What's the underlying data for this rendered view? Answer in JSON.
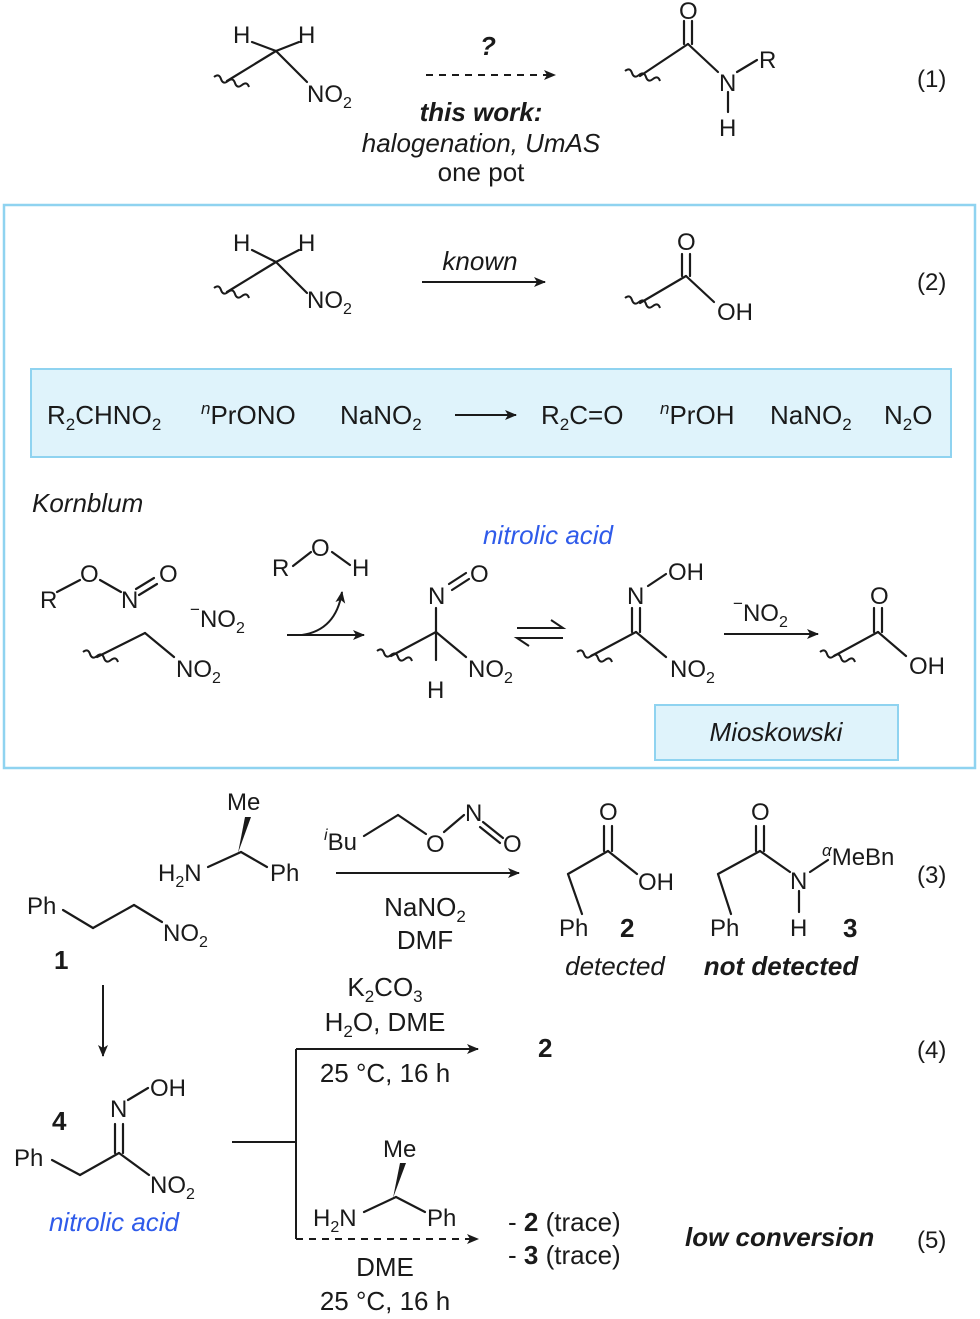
{
  "colors": {
    "box_border": "#8fd3f0",
    "box_fill": "#dff3fb",
    "highlight_text": "#2f5bea"
  },
  "eq1": {
    "sm_h1": "H",
    "sm_h2": "H",
    "sm_no2": "NO",
    "sm_no2_sub": "2",
    "arrow_label": "?",
    "cond1": "this work:",
    "cond2": "halogenation, UmAS",
    "cond3": "one pot",
    "prod_o": "O",
    "prod_n": "N",
    "prod_r": "R",
    "prod_h": "H",
    "number": "(1)"
  },
  "eq2": {
    "sm_h1": "H",
    "sm_h2": "H",
    "sm_no2": "NO",
    "sm_no2_sub": "2",
    "arrow_label": "known",
    "prod_o": "O",
    "prod_oh": "OH",
    "number": "(2)"
  },
  "balanced": {
    "r2chno2": "R",
    "r2chno2_sub": "2",
    "r2chno2_rest": "CHNO",
    "r2chno2_sub2": "2",
    "npr_sup": "n",
    "npr": "PrONO",
    "nano2": "NaNO",
    "nano2_sub": "2",
    "r2co": "R",
    "r2co_sub": "2",
    "r2co_rest": "C=O",
    "nproh_sup": "n",
    "nproh": "PrOH",
    "nano2b": "NaNO",
    "nano2b_sub": "2",
    "n2o": "N",
    "n2o_sub": "2",
    "n2o_rest": "O"
  },
  "kornblum": {
    "title": "Kornblum",
    "nitrolic_label": "nitrolic acid",
    "ester_r": "R",
    "ester_o": "O",
    "ester_n": "N",
    "ester_o2": "O",
    "nitrite": "NO",
    "nitrite_sub": "2",
    "nitrite_minus": "−",
    "sm_no2": "NO",
    "sm_no2_sub": "2",
    "roh_r": "R",
    "roh_o": "O",
    "roh_h": "H",
    "int1_n": "N",
    "int1_o": "O",
    "int1_no2": "NO",
    "int1_no2_sub": "2",
    "int1_h": "H",
    "int2_n": "N",
    "int2_oh": "OH",
    "int2_no2": "NO",
    "int2_no2_sub": "2",
    "arrow_reagent": "NO",
    "arrow_reagent_sub": "2",
    "arrow_reagent_minus": "−",
    "prod_o": "O",
    "prod_oh": "OH",
    "mioskowski": "Mioskowski"
  },
  "eq3": {
    "amine_me": "Me",
    "amine_h2n": "H",
    "amine_h2n_sub": "2",
    "amine_n": "N",
    "amine_ph": "Ph",
    "ester_ibu_sup": "i",
    "ester_ibu": "Bu",
    "ester_o": "O",
    "ester_n": "N",
    "ester_o2": "O",
    "reagent1": "NaNO",
    "reagent1_sub": "2",
    "reagent2": "DMF",
    "sm_ph": "Ph",
    "sm_no2": "NO",
    "sm_no2_sub": "2",
    "sm_label": "1",
    "p2_o": "O",
    "p2_oh": "OH",
    "p2_ph": "Ph",
    "p2_label": "2",
    "p2_status": "detected",
    "p3_o": "O",
    "p3_n": "N",
    "p3_alpha": "α",
    "p3_mebn": "MeBn",
    "p3_ph": "Ph",
    "p3_h": "H",
    "p3_label": "3",
    "p3_status": "not detected",
    "number": "(3)"
  },
  "eq4": {
    "reagent1": "K",
    "reagent1_sub": "2",
    "reagent1_rest": "CO",
    "reagent1_sub2": "3",
    "reagent2": "H",
    "reagent2_sub": "2",
    "reagent2_rest": "O, DME",
    "cond": "25 °C, 16 h",
    "product": "2",
    "number": "(4)"
  },
  "eq5": {
    "sm_label": "4",
    "sm_n": "N",
    "sm_oh": "OH",
    "sm_ph": "Ph",
    "sm_no2": "NO",
    "sm_no2_sub": "2",
    "sm_name": "nitrolic acid",
    "amine_me": "Me",
    "amine_h2n": "H",
    "amine_h2n_sub": "2",
    "amine_n": "N",
    "amine_ph": "Ph",
    "solvent": "DME",
    "cond": "25 °C, 16 h",
    "out1_dash": "- ",
    "out1_num": "2",
    "out1_rest": " (trace)",
    "out2_dash": "- ",
    "out2_num": "3",
    "out2_rest": " (trace)",
    "result": "low conversion",
    "number": "(5)"
  }
}
